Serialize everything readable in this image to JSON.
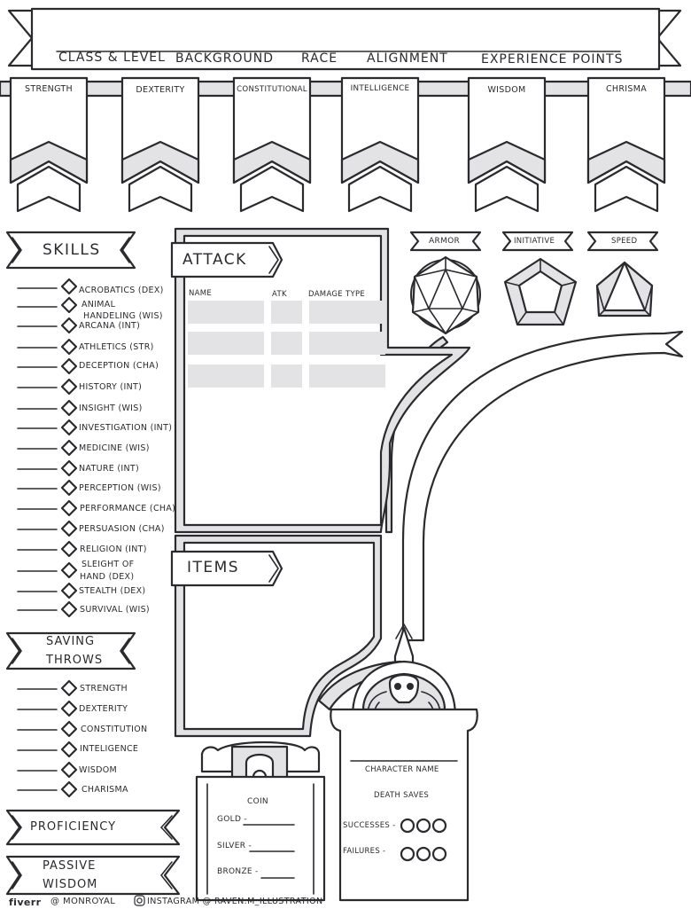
{
  "header": {
    "fields": [
      "Class & Level",
      "Background",
      "Race",
      "Alignment",
      "Experience Points"
    ]
  },
  "abilities": [
    "Strength",
    "Dexterity",
    "Constitutional",
    "Intelligence",
    "Wisdom",
    "Chrisma"
  ],
  "skills": {
    "title": "Skills",
    "items": [
      "Acrobatics (Dex)",
      "Animal",
      "Handeling (Wis)",
      "Arcana (Int)",
      "Athletics (Str)",
      "Deception (Cha)",
      "History (Int)",
      "Insight (Wis)",
      "Investigation (Int)",
      "Medicine (Wis)",
      "Nature (Int)",
      "Perception (Wis)",
      "Performance (Cha)",
      "Persuasion (Cha)",
      "Religion (Int)",
      "Sleight of",
      "Hand (Dex)",
      "Stealth (Dex)",
      "Survival (Wis)"
    ]
  },
  "saving_throws": {
    "title_1": "Saving",
    "title_2": "Throws",
    "items": [
      "Strength",
      "Dexterity",
      "Constitution",
      "Inteligence",
      "Wisdom",
      "Charisma"
    ]
  },
  "proficiency": {
    "title": "Proficiency"
  },
  "passive_wisdom": {
    "title_1": "Passive",
    "title_2": "Wisdom"
  },
  "attack": {
    "title": "Attack",
    "columns": [
      "Name",
      "Atk",
      "Damage Type"
    ]
  },
  "items": {
    "title": "Items"
  },
  "combat": {
    "armor": "Armor",
    "initiative": "Initiative",
    "speed": "Speed"
  },
  "coin": {
    "title": "Coin",
    "rows": [
      "Gold -",
      "Silver -",
      "Bronze -"
    ]
  },
  "tombstone": {
    "character_name": "Character Name",
    "death_saves": "Death Saves",
    "successes": "Successes -",
    "failures": "Failures -"
  },
  "footer": {
    "fiverr_brand": "fiverr",
    "fiverr_handle": "@ Monroyal",
    "instagram": "Instagram @ Raven.m_illustration"
  }
}
